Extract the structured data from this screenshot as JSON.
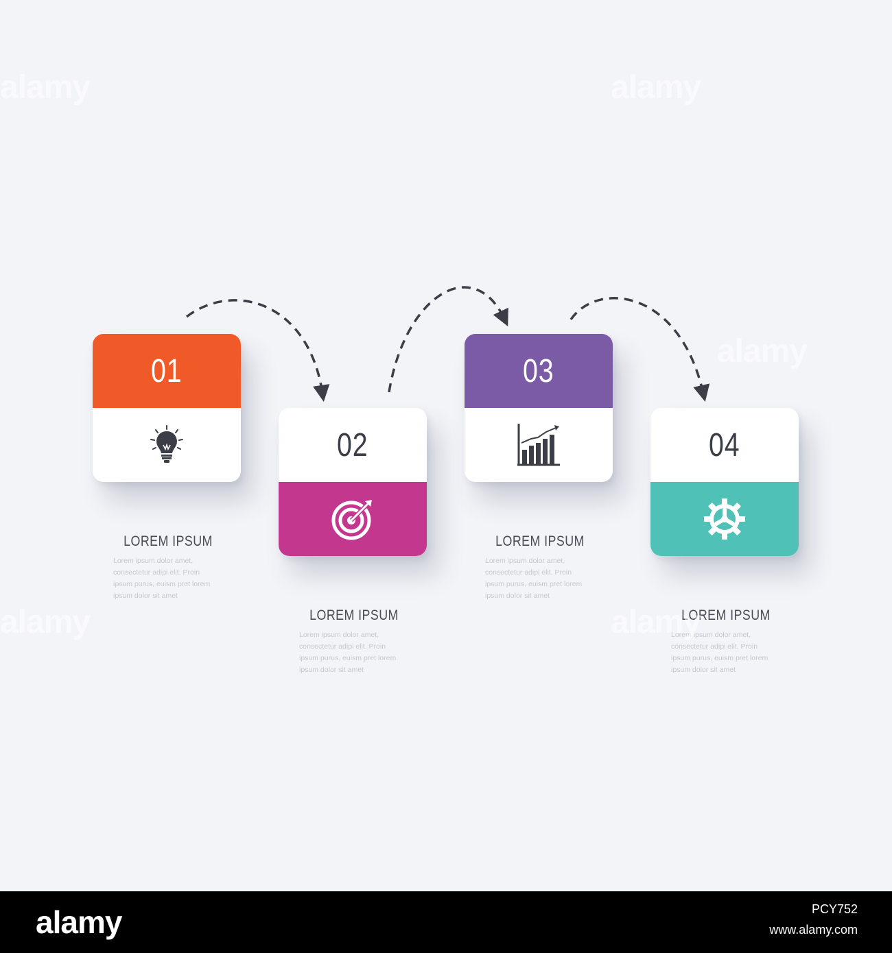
{
  "steps": [
    {
      "number": "01",
      "color": "#ef5a28",
      "colored_half": "top",
      "icon": "lightbulb-icon",
      "title": "LOREM IPSUM",
      "body": "Lorem ipsum dolor amet, consectetur adipi elit. Proin ipsum purus, euism pret lorem ipsum dolor sit amet"
    },
    {
      "number": "02",
      "color": "#c4378f",
      "colored_half": "bottom",
      "icon": "target-icon",
      "title": "LOREM IPSUM",
      "body": "Lorem ipsum dolor amet, consectetur adipi elit. Proin ipsum purus, euism pret lorem ipsum dolor sit amet"
    },
    {
      "number": "03",
      "color": "#7b5aa6",
      "colored_half": "top",
      "icon": "bar-chart-icon",
      "title": "LOREM IPSUM",
      "body": "Lorem ipsum dolor amet, consectetur adipi elit. Proin ipsum purus, euism pret lorem ipsum dolor sit amet"
    },
    {
      "number": "04",
      "color": "#4fc1b6",
      "colored_half": "bottom",
      "icon": "gear-icon",
      "title": "LOREM IPSUM",
      "body": "Lorem ipsum dolor amet, consectetur adipi elit. Proin ipsum purus, euism pret lorem ipsum dolor sit amet"
    }
  ],
  "watermark": {
    "brand": "alamy"
  },
  "footer": {
    "brand": "alamy",
    "image_id": "PCY752",
    "url": "www.alamy.com"
  },
  "colors": {
    "background": "#f3f4f8",
    "arrow": "#3b3e47",
    "footer": "#000000"
  }
}
